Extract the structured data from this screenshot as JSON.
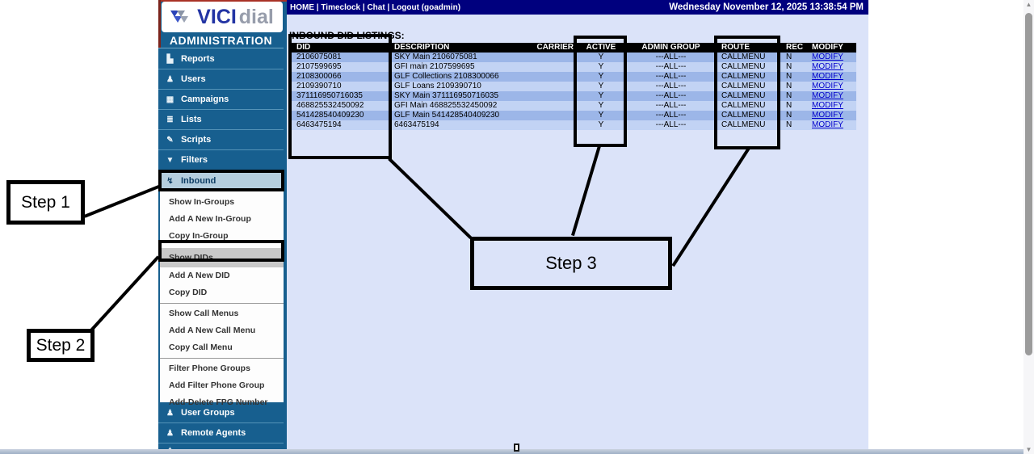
{
  "annotations": {
    "step1": "Step 1",
    "step2": "Step 2",
    "step3": "Step 3"
  },
  "topbar": {
    "links": [
      "HOME",
      "Timeclock",
      "Chat",
      "Logout (goadmin)"
    ],
    "sep": " | ",
    "datetime": "Wednesday November 12, 2025 13:38:54 PM"
  },
  "sidebar": {
    "logo": {
      "vici": "VICI",
      "dial": "dial"
    },
    "title": "ADMINISTRATION",
    "items": [
      {
        "label": "Reports",
        "icon": "chart-icon"
      },
      {
        "label": "Users",
        "icon": "users-icon"
      },
      {
        "label": "Campaigns",
        "icon": "campaigns-icon"
      },
      {
        "label": "Lists",
        "icon": "lists-icon"
      },
      {
        "label": "Scripts",
        "icon": "scripts-icon"
      },
      {
        "label": "Filters",
        "icon": "filter-icon"
      }
    ],
    "inbound_label": "Inbound",
    "inbound_icon": "inbound-icon",
    "submenu_groups": [
      [
        "Show In-Groups",
        "Add A New In-Group",
        "Copy In-Group"
      ],
      [
        "Show DIDs",
        "Add A New DID",
        "Copy DID"
      ],
      [
        "Show Call Menus",
        "Add A New Call Menu",
        "Copy Call Menu"
      ],
      [
        "Filter Phone Groups",
        "Add Filter Phone Group",
        "Add-Delete FPG Number"
      ]
    ],
    "submenu_highlight": "Show DIDs",
    "bottom_items": [
      {
        "label": "User Groups",
        "icon": "user-groups-icon"
      },
      {
        "label": "Remote Agents",
        "icon": "remote-agents-icon"
      }
    ]
  },
  "main": {
    "title": "INBOUND DID LISTINGS:",
    "table": {
      "headers": [
        "DID",
        "DESCRIPTION",
        "CARRIER",
        "ACTIVE",
        "ADMIN GROUP",
        "ROUTE",
        "REC",
        "MODIFY"
      ],
      "rows": [
        {
          "did": "2106075081",
          "description": "SKY Main 2106075081",
          "carrier": "",
          "active": "Y",
          "admin_group": "---ALL---",
          "route": "CALLMENU",
          "rec": "N",
          "modify": "MODIFY"
        },
        {
          "did": "2107599695",
          "description": "GFI main 2107599695",
          "carrier": "",
          "active": "Y",
          "admin_group": "---ALL---",
          "route": "CALLMENU",
          "rec": "N",
          "modify": "MODIFY"
        },
        {
          "did": "2108300066",
          "description": "GLF Collections 2108300066",
          "carrier": "",
          "active": "Y",
          "admin_group": "---ALL---",
          "route": "CALLMENU",
          "rec": "N",
          "modify": "MODIFY"
        },
        {
          "did": "2109390710",
          "description": "GLF Loans 2109390710",
          "carrier": "",
          "active": "Y",
          "admin_group": "---ALL---",
          "route": "CALLMENU",
          "rec": "N",
          "modify": "MODIFY"
        },
        {
          "did": "371116950716035",
          "description": "SKY Main 371116950716035",
          "carrier": "",
          "active": "Y",
          "admin_group": "---ALL---",
          "route": "CALLMENU",
          "rec": "N",
          "modify": "MODIFY"
        },
        {
          "did": "468825532450092",
          "description": "GFI Main 468825532450092",
          "carrier": "",
          "active": "Y",
          "admin_group": "---ALL---",
          "route": "CALLMENU",
          "rec": "N",
          "modify": "MODIFY"
        },
        {
          "did": "541428540409230",
          "description": "GLF Main 541428540409230",
          "carrier": "",
          "active": "Y",
          "admin_group": "---ALL---",
          "route": "CALLMENU",
          "rec": "N",
          "modify": "MODIFY"
        },
        {
          "did": "6463475194",
          "description": "6463475194",
          "carrier": "",
          "active": "Y",
          "admin_group": "---ALL---",
          "route": "CALLMENU",
          "rec": "N",
          "modify": "MODIFY"
        }
      ]
    }
  },
  "colors": {
    "topbar_navy": "#00007e",
    "sidebar_blue": "#175f8f",
    "content_bg": "#dbe3f9",
    "row_dark": "#9cb6e8",
    "row_light": "#c2d3f4",
    "link_blue": "#0000cc",
    "active_item_bg": "#b5cede",
    "highlight_gray": "#c8c8c8",
    "annotation_black": "#000000"
  }
}
